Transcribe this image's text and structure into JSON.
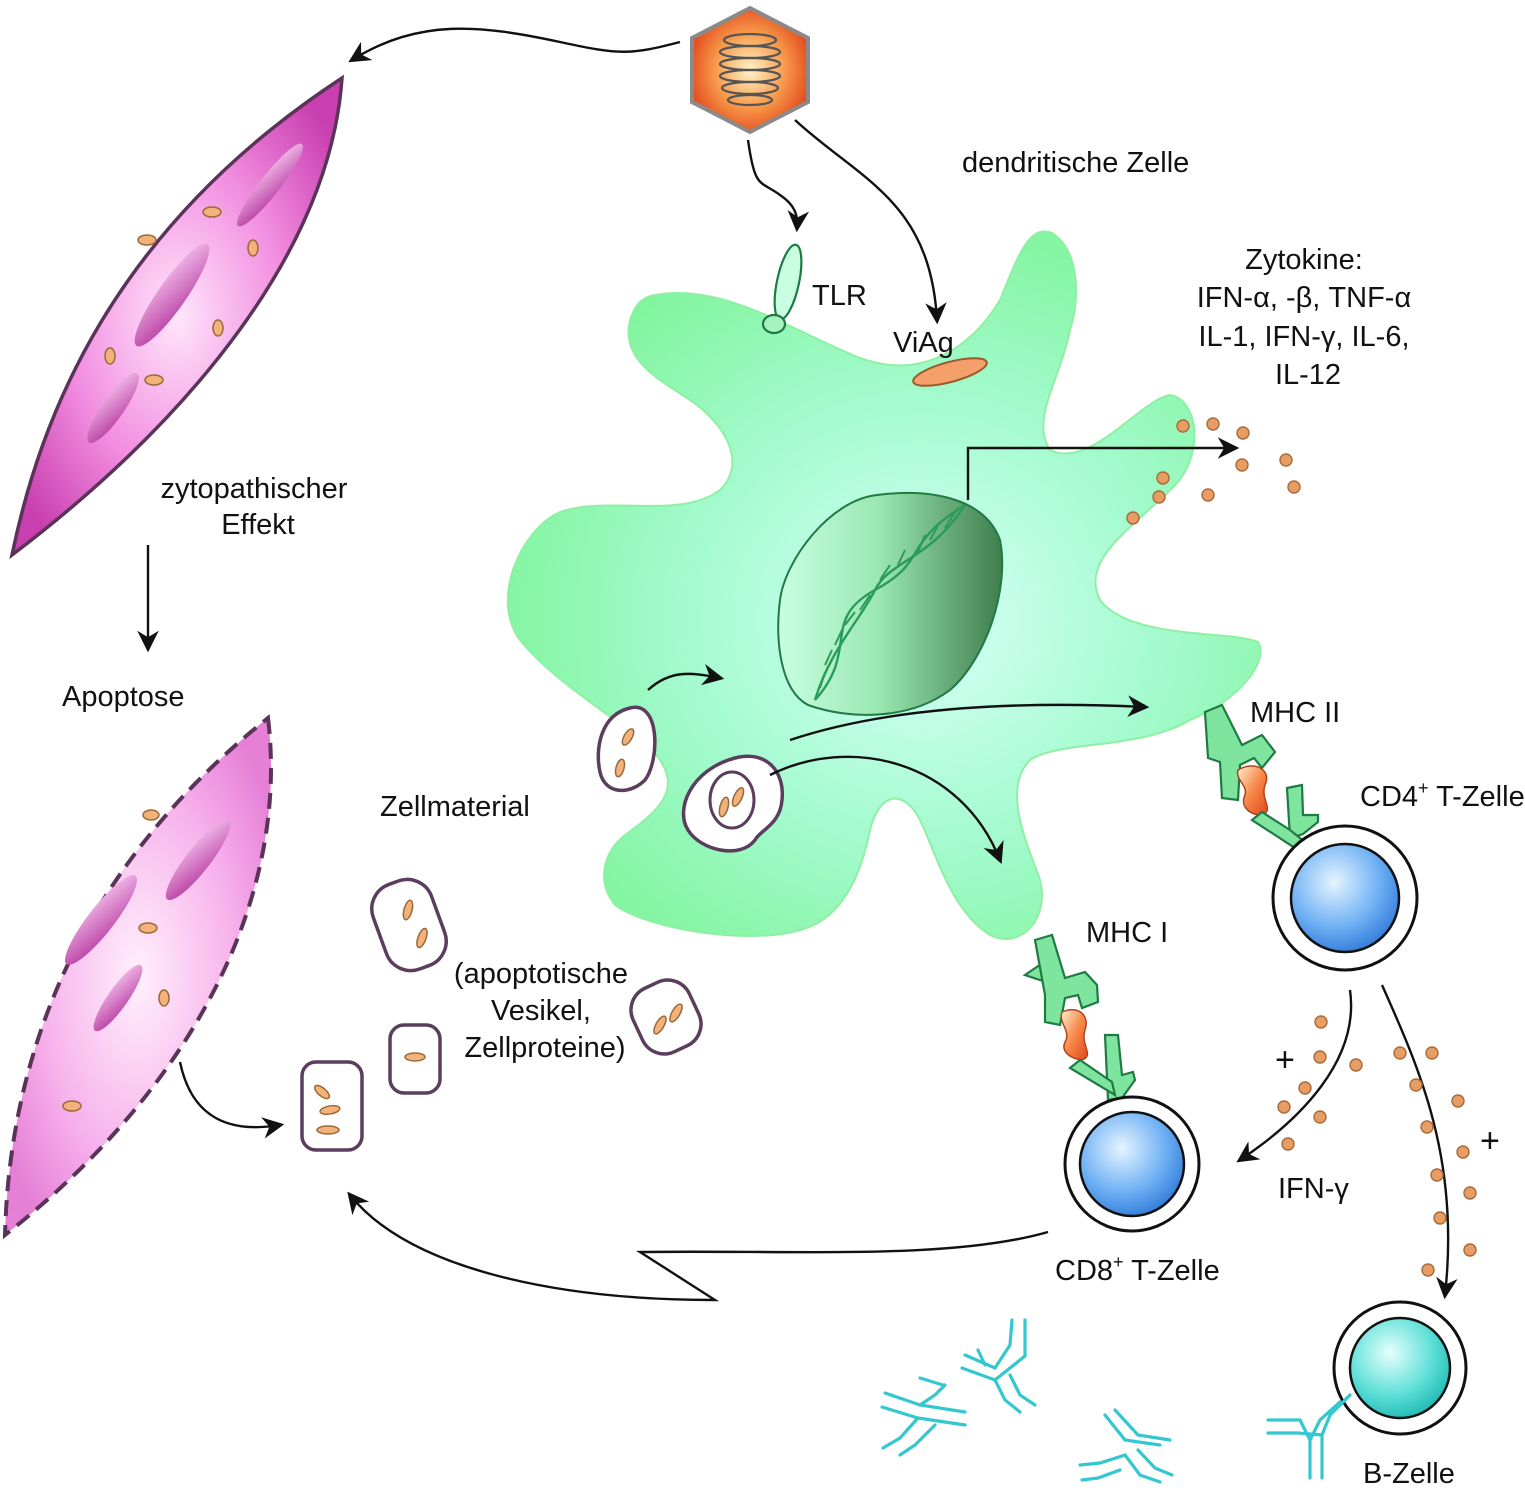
{
  "labels": {
    "dendritic_cell": "dendritische Zelle",
    "tlr": "TLR",
    "viag": "ViAg",
    "cytokines": [
      "Zytokine:",
      "IFN-α, -β, TNF-α",
      "IL-1, IFN-γ, IL-6,",
      "IL-12"
    ],
    "cytopathic_effect": [
      "zytopathischer",
      "Effekt"
    ],
    "apoptosis": "Apoptose",
    "cell_material": "Zellmaterial",
    "vesicles": [
      "(apoptotische",
      "Vesikel,",
      "Zellproteine)"
    ],
    "mhc2": "MHC II",
    "mhc1": "MHC I",
    "cd4_prefix": "CD4",
    "cd8_prefix": "CD8",
    "superscript": "+",
    "t_cell_suffix": " T-Zelle",
    "ifn_gamma": "IFN-γ",
    "plus": "+",
    "b_cell": "B-Zelle"
  },
  "colors": {
    "dendritic_cell": "#86f7a0",
    "infected_cell": "#d94fc0",
    "virus": "#f06a2a",
    "t_cell_nucleus": "#3b8fea",
    "b_cell_nucleus": "#2cc9c4",
    "cytokine": "#e79d63",
    "antibody": "#33c7cf"
  }
}
